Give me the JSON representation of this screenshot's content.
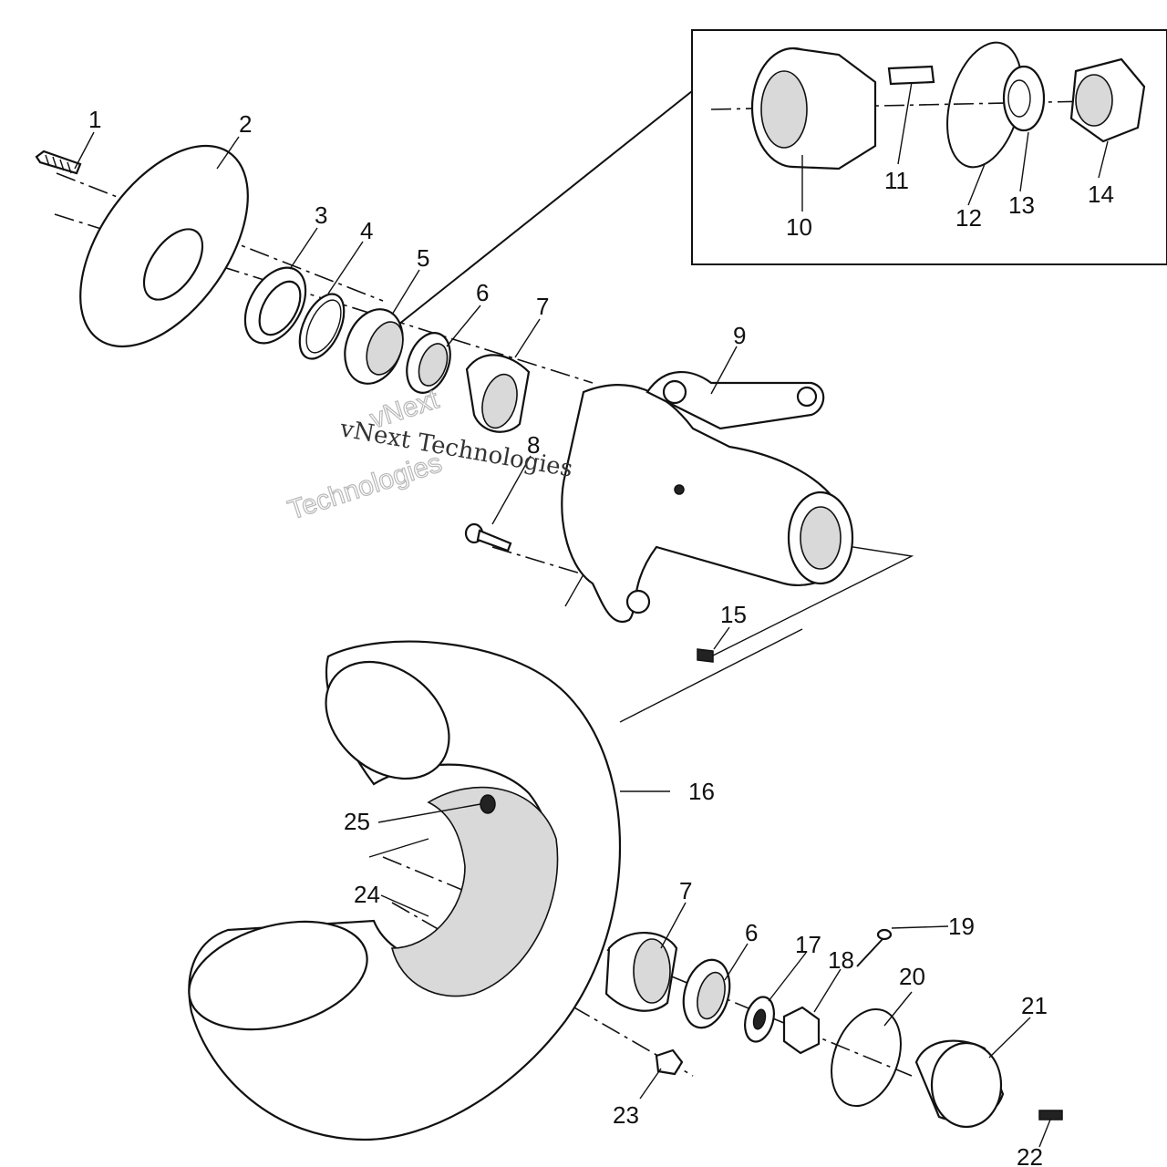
{
  "diagram": {
    "callouts": [
      {
        "id": "1",
        "text": "1"
      },
      {
        "id": "2",
        "text": "2"
      },
      {
        "id": "3",
        "text": "3"
      },
      {
        "id": "4",
        "text": "4"
      },
      {
        "id": "5",
        "text": "5"
      },
      {
        "id": "6a",
        "text": "6"
      },
      {
        "id": "7a",
        "text": "7"
      },
      {
        "id": "8",
        "text": "8"
      },
      {
        "id": "9",
        "text": "9"
      },
      {
        "id": "10",
        "text": "10"
      },
      {
        "id": "11",
        "text": "11"
      },
      {
        "id": "12",
        "text": "12"
      },
      {
        "id": "13",
        "text": "13"
      },
      {
        "id": "14",
        "text": "14"
      },
      {
        "id": "15",
        "text": "15"
      },
      {
        "id": "16",
        "text": "16"
      },
      {
        "id": "17",
        "text": "17"
      },
      {
        "id": "18",
        "text": "18"
      },
      {
        "id": "19",
        "text": "19"
      },
      {
        "id": "20",
        "text": "20"
      },
      {
        "id": "21",
        "text": "21"
      },
      {
        "id": "22",
        "text": "22"
      },
      {
        "id": "23",
        "text": "23"
      },
      {
        "id": "24",
        "text": "24"
      },
      {
        "id": "25",
        "text": "25"
      },
      {
        "id": "6b",
        "text": "6"
      },
      {
        "id": "7b",
        "text": "7"
      }
    ],
    "watermark": {
      "line1": "vNext",
      "line2": "Technologies",
      "line3": "vNext Technologies"
    }
  }
}
